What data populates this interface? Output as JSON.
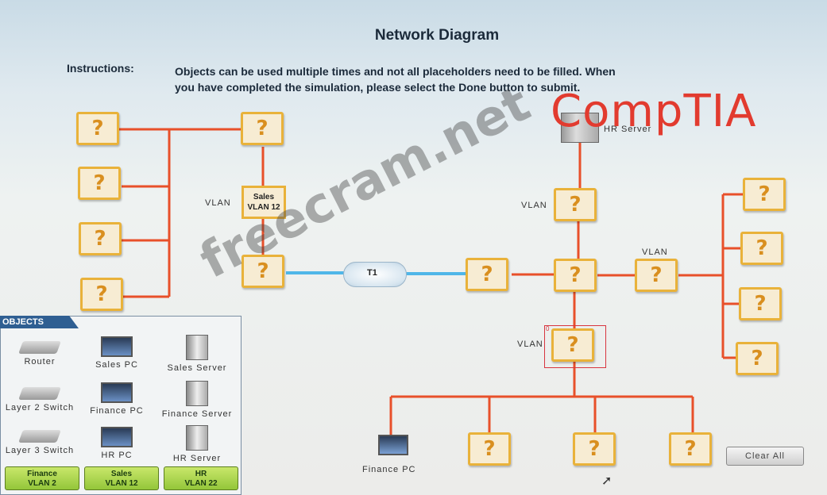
{
  "title": "Network Diagram",
  "instructions": {
    "label": "Instructions:",
    "line1": "Objects can be used multiple times and not all placeholders need to be filled. When",
    "line2": "you have completed the simulation, please select the Done button to submit."
  },
  "brand": "CompTIA",
  "watermark": "freecram.net",
  "placeholder_symbol": "?",
  "labels": {
    "hr_server": "HR Server",
    "finance_pc": "Finance PC",
    "t1": "T1",
    "vlan": "VLAN",
    "sales_vlan_box_line1": "Sales",
    "sales_vlan_box_line2": "VLAN 12",
    "selection_index": "0"
  },
  "objects_panel": {
    "header": "OBJECTS",
    "items": [
      {
        "label": "Router",
        "icon": "router-icon"
      },
      {
        "label": "Sales PC",
        "icon": "pc-icon"
      },
      {
        "label": "Sales Server",
        "icon": "server-icon"
      },
      {
        "label": "Layer 2 Switch",
        "icon": "switch-icon"
      },
      {
        "label": "Finance PC",
        "icon": "pc-icon"
      },
      {
        "label": "Finance Server",
        "icon": "server-icon"
      },
      {
        "label": "Layer 3 Switch",
        "icon": "switch-icon"
      },
      {
        "label": "HR PC",
        "icon": "pc-icon"
      },
      {
        "label": "HR Server",
        "icon": "server-icon"
      }
    ],
    "vlan_buttons": [
      {
        "line1": "Finance",
        "line2": "VLAN 2"
      },
      {
        "line1": "Sales",
        "line2": "VLAN 12"
      },
      {
        "line1": "HR",
        "line2": "VLAN 22"
      }
    ]
  },
  "clear_all": "Clear All",
  "colors": {
    "link": "#e8502a",
    "placeholder_border": "#e9b23a",
    "t1_line": "#4fb6e8",
    "brand": "#e23b2f"
  }
}
